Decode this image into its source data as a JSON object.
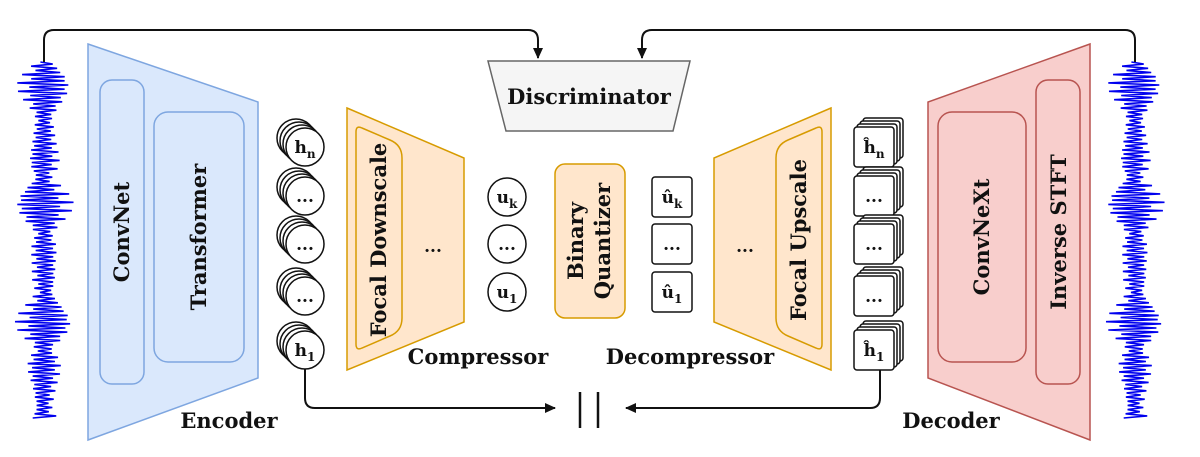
{
  "discriminator": {
    "label": "Discriminator"
  },
  "encoder": {
    "label": "Encoder",
    "inner": [
      "ConvNet",
      "Transformer"
    ]
  },
  "compressor": {
    "label": "Compressor",
    "block": "Focal Downscale",
    "ellipsis": "..."
  },
  "quantizer": {
    "line1": "Binary",
    "line2": "Quantizer"
  },
  "decompressor": {
    "label": "Decompressor",
    "block": "Focal Upscale",
    "ellipsis": "..."
  },
  "decoder": {
    "label": "Decoder",
    "inner": [
      "ConvNeXt",
      "Inverse STFT"
    ]
  },
  "encoder_tokens": [
    {
      "base": "h",
      "sub": "n"
    },
    {
      "base": "...",
      "sub": ""
    },
    {
      "base": "...",
      "sub": ""
    },
    {
      "base": "...",
      "sub": ""
    },
    {
      "base": "h",
      "sub": "1"
    }
  ],
  "compressed_tokens": [
    {
      "base": "u",
      "sub": "k"
    },
    {
      "base": "...",
      "sub": ""
    },
    {
      "base": "u",
      "sub": "1"
    }
  ],
  "quantized_tokens": [
    {
      "base": "û",
      "sub": "k"
    },
    {
      "base": "...",
      "sub": ""
    },
    {
      "base": "û",
      "sub": "1"
    }
  ],
  "decoder_tokens": [
    {
      "base": "ĥ",
      "sub": "n"
    },
    {
      "base": "...",
      "sub": ""
    },
    {
      "base": "...",
      "sub": ""
    },
    {
      "base": "...",
      "sub": ""
    },
    {
      "base": "ĥ",
      "sub": "1"
    }
  ],
  "loss_symbol": "| |",
  "colors": {
    "encoder_fill": "#dae8fc",
    "encoder_stroke": "#7ea6e0",
    "compressor_fill": "#ffe6cc",
    "compressor_stroke": "#d79b00",
    "decoder_fill": "#f8cecc",
    "decoder_stroke": "#b85450",
    "discriminator_fill": "#f5f5f5",
    "discriminator_stroke": "#666666",
    "waveform": "#0000ee"
  }
}
